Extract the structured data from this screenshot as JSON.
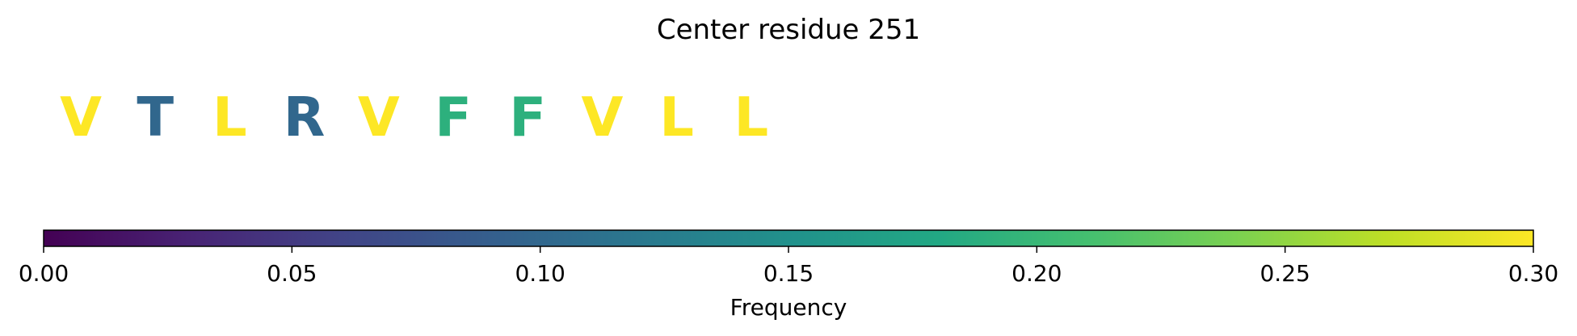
{
  "chart_data": {
    "type": "sequence-colorbar",
    "title": "Center residue 251",
    "residues": [
      {
        "letter": "V",
        "frequency": 0.3
      },
      {
        "letter": "T",
        "frequency": 0.1
      },
      {
        "letter": "L",
        "frequency": 0.3
      },
      {
        "letter": "R",
        "frequency": 0.1
      },
      {
        "letter": "V",
        "frequency": 0.3
      },
      {
        "letter": "F",
        "frequency": 0.19
      },
      {
        "letter": "F",
        "frequency": 0.19
      },
      {
        "letter": "V",
        "frequency": 0.3
      },
      {
        "letter": "L",
        "frequency": 0.3
      },
      {
        "letter": "L",
        "frequency": 0.3
      }
    ],
    "colorbar": {
      "colormap": "viridis",
      "range": [
        0.0,
        0.3
      ],
      "ticks": [
        "0.00",
        "0.05",
        "0.10",
        "0.15",
        "0.20",
        "0.25",
        "0.30"
      ],
      "tick_values": [
        0.0,
        0.05,
        0.1,
        0.15,
        0.2,
        0.25,
        0.3
      ],
      "label": "Frequency"
    }
  }
}
